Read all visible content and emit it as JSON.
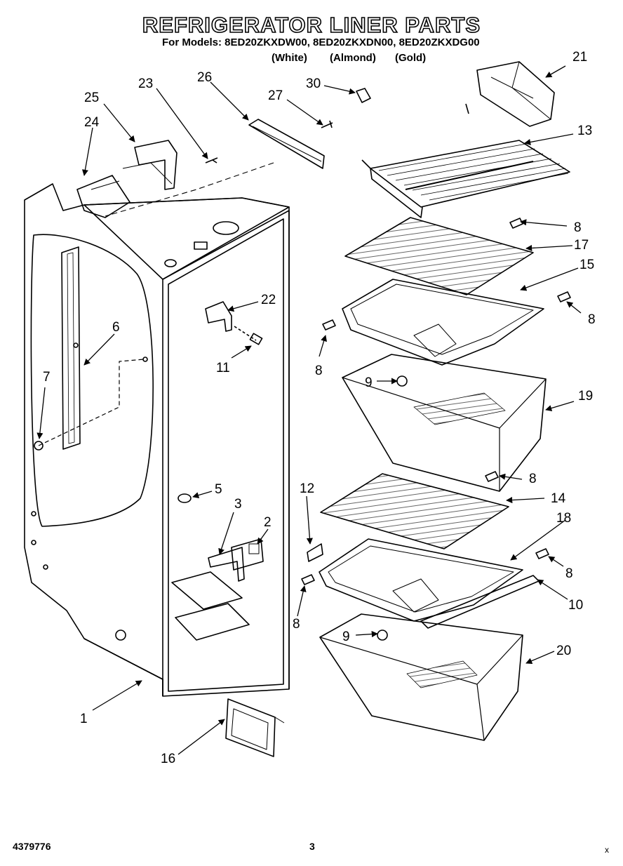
{
  "title": "REFRIGERATOR LINER PARTS",
  "models_line": "For Models: 8ED20ZKXDW00, 8ED20ZKXDN00, 8ED20ZKXDG00",
  "colors": {
    "white": "(White)",
    "almond": "(Almond)",
    "gold": "(Gold)"
  },
  "part_labels": [
    "21",
    "23",
    "26",
    "30",
    "27",
    "25",
    "24",
    "13",
    "8",
    "17",
    "15",
    "8",
    "22",
    "6",
    "8",
    "11",
    "9",
    "7",
    "19",
    "8",
    "5",
    "12",
    "14",
    "3",
    "2",
    "18",
    "8",
    "10",
    "8",
    "9",
    "20",
    "1",
    "16"
  ],
  "footer": {
    "doc_number": "4379776",
    "page_number": "3",
    "corner_mark": "x"
  }
}
